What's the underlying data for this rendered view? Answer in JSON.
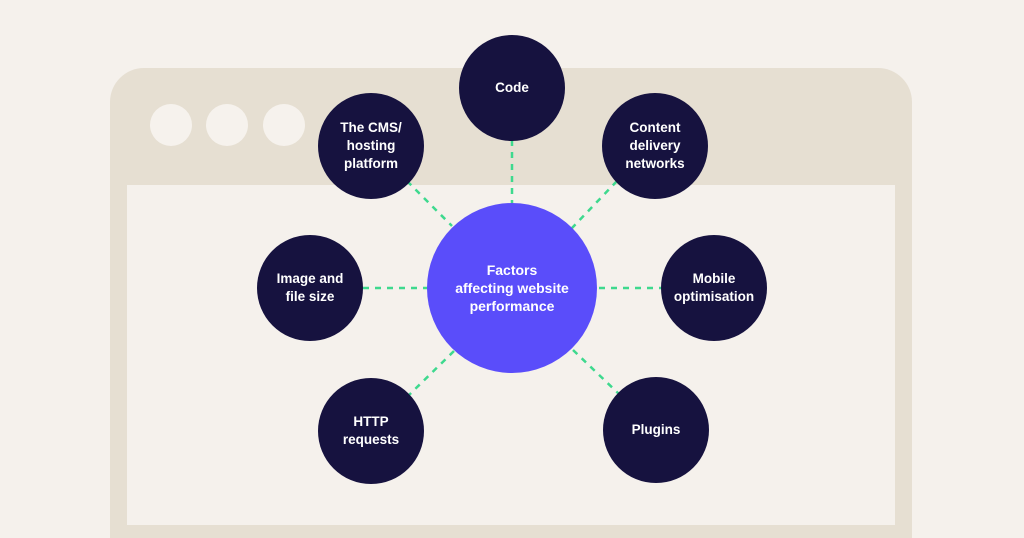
{
  "diagram": {
    "center_label": "Factors\naffecting website\nperformance",
    "nodes": [
      {
        "id": "code",
        "label": "Code"
      },
      {
        "id": "cdn",
        "label": "Content\ndelivery\nnetworks"
      },
      {
        "id": "mobile",
        "label": "Mobile\noptimisation"
      },
      {
        "id": "plugins",
        "label": "Plugins"
      },
      {
        "id": "http",
        "label": "HTTP\nrequests"
      },
      {
        "id": "image",
        "label": "Image and\nfile size"
      },
      {
        "id": "cms",
        "label": "The CMS/\nhosting\nplatform"
      }
    ]
  },
  "colors": {
    "background": "#f5f1ec",
    "window_frame": "#e6dfd2",
    "node_fill": "#16123f",
    "center_fill": "#5a4dfa",
    "connector": "#3ed98e",
    "label_text": "#ffffff"
  }
}
